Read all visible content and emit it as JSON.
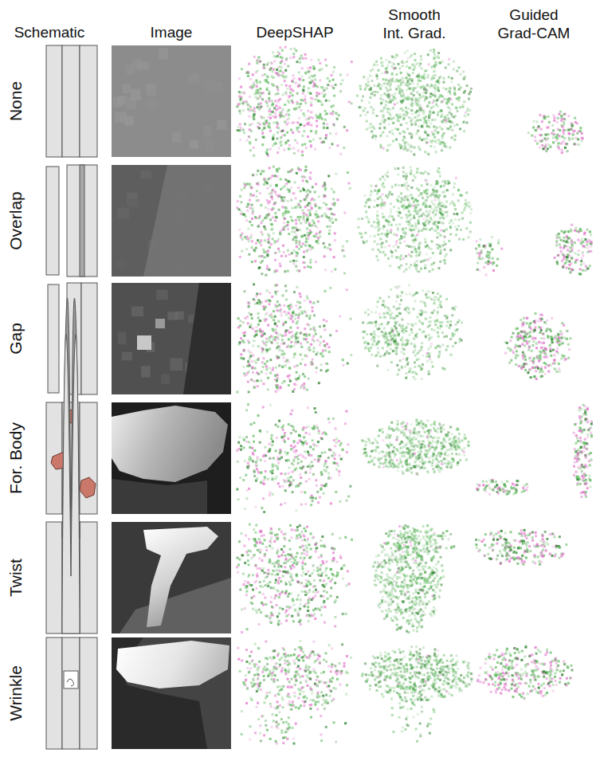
{
  "diagram": {
    "labels": [
      "Schematic",
      "Image",
      "DeepSHAP",
      "Smooth Int. Grad.",
      "Guided Grad-CAM",
      "None",
      "Overlap",
      "Gap",
      "For. Body",
      "Twist",
      "Wrinkle"
    ]
  }
}
